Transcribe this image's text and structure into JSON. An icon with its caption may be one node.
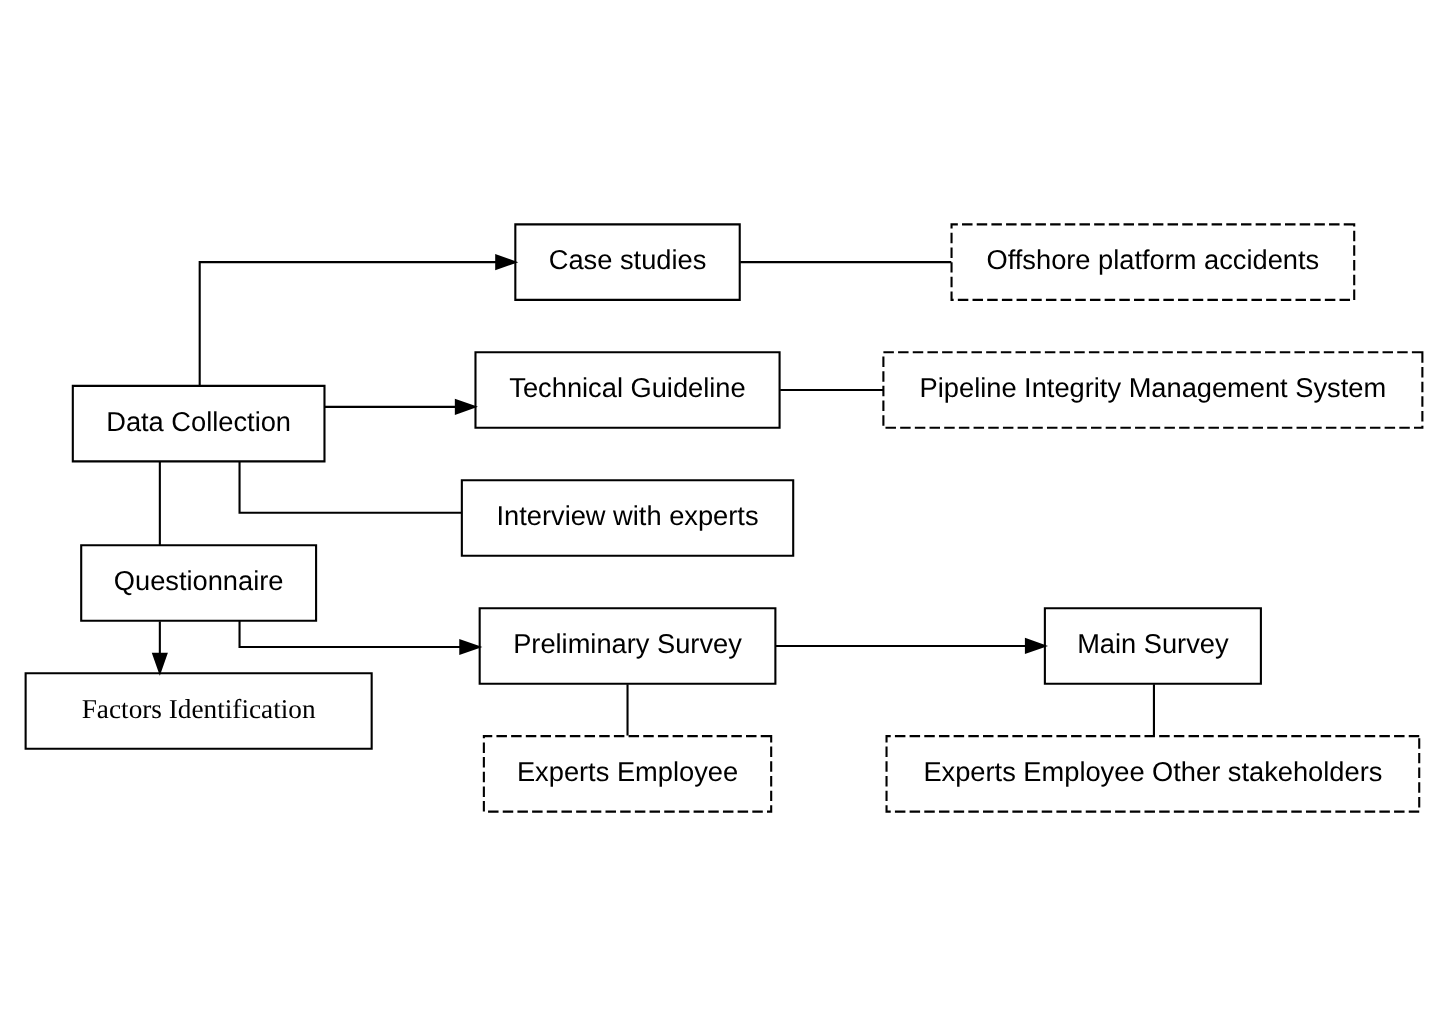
{
  "diagram": {
    "nodes": [
      {
        "text": [
          "Data Collection"
        ]
      },
      {
        "text": [
          "Case studies"
        ]
      },
      {
        "text": [
          "Technical Guideline"
        ]
      },
      {
        "text": [
          "Interview with experts"
        ]
      },
      {
        "text": [
          "Offshore platform accidents"
        ]
      },
      {
        "text": [
          "Pipeline Integrity Management System"
        ]
      },
      {
        "text": [
          "Questionnaire"
        ]
      },
      {
        "text": [
          "Preliminary Survey"
        ]
      },
      {
        "text": [
          "Main Survey"
        ]
      },
      {
        "text": [
          "Experts Employee"
        ]
      },
      {
        "text": [
          "Experts Employee Other stakeholders"
        ]
      },
      {
        "text": [
          "Factors Identification"
        ]
      }
    ],
    "edges": [
      {
        "from": 0,
        "to": 1,
        "arrow": "to"
      },
      {
        "from": 0,
        "to": 2,
        "arrow": "to"
      },
      {
        "from": 0,
        "to": 3,
        "arrow": "none"
      },
      {
        "from": 1,
        "to": 4,
        "arrow": "none"
      },
      {
        "from": 2,
        "to": 5,
        "arrow": "none"
      },
      {
        "from": 0,
        "to": 6,
        "arrow": "none"
      },
      {
        "from": 6,
        "to": 7,
        "arrow": "to"
      },
      {
        "from": 7,
        "to": 8,
        "arrow": "to"
      },
      {
        "from": 7,
        "to": 9,
        "arrow": "none"
      },
      {
        "from": 8,
        "to": 10,
        "arrow": "none"
      },
      {
        "from": 6,
        "to": 11,
        "arrow": "to"
      }
    ]
  }
}
